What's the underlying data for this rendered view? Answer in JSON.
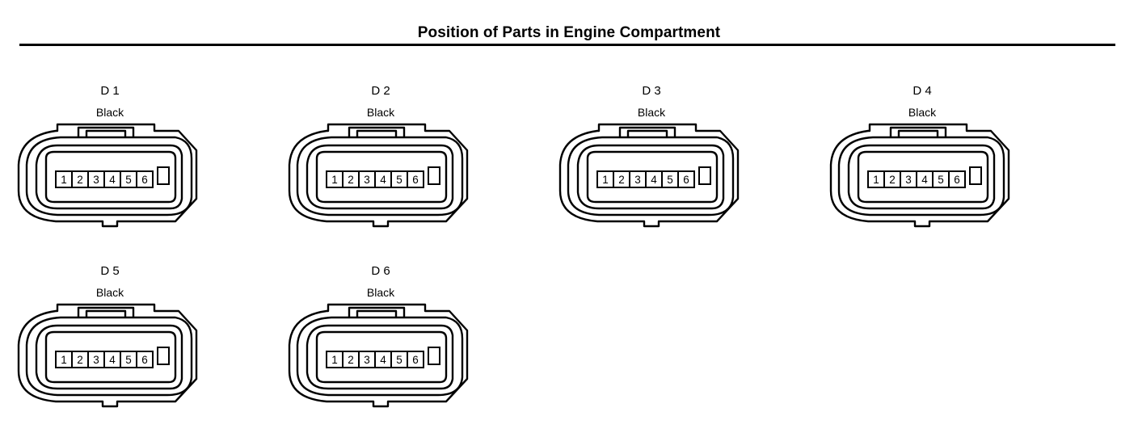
{
  "title": "Position of Parts in Engine Compartment",
  "connectors": [
    {
      "id": "D 1",
      "color": "Black",
      "pins": [
        "1",
        "2",
        "3",
        "4",
        "5",
        "6"
      ]
    },
    {
      "id": "D 2",
      "color": "Black",
      "pins": [
        "1",
        "2",
        "3",
        "4",
        "5",
        "6"
      ]
    },
    {
      "id": "D 3",
      "color": "Black",
      "pins": [
        "1",
        "2",
        "3",
        "4",
        "5",
        "6"
      ]
    },
    {
      "id": "D 4",
      "color": "Black",
      "pins": [
        "1",
        "2",
        "3",
        "4",
        "5",
        "6"
      ]
    },
    {
      "id": "D 5",
      "color": "Black",
      "pins": [
        "1",
        "2",
        "3",
        "4",
        "5",
        "6"
      ]
    },
    {
      "id": "D 6",
      "color": "Black",
      "pins": [
        "1",
        "2",
        "3",
        "4",
        "5",
        "6"
      ]
    }
  ]
}
